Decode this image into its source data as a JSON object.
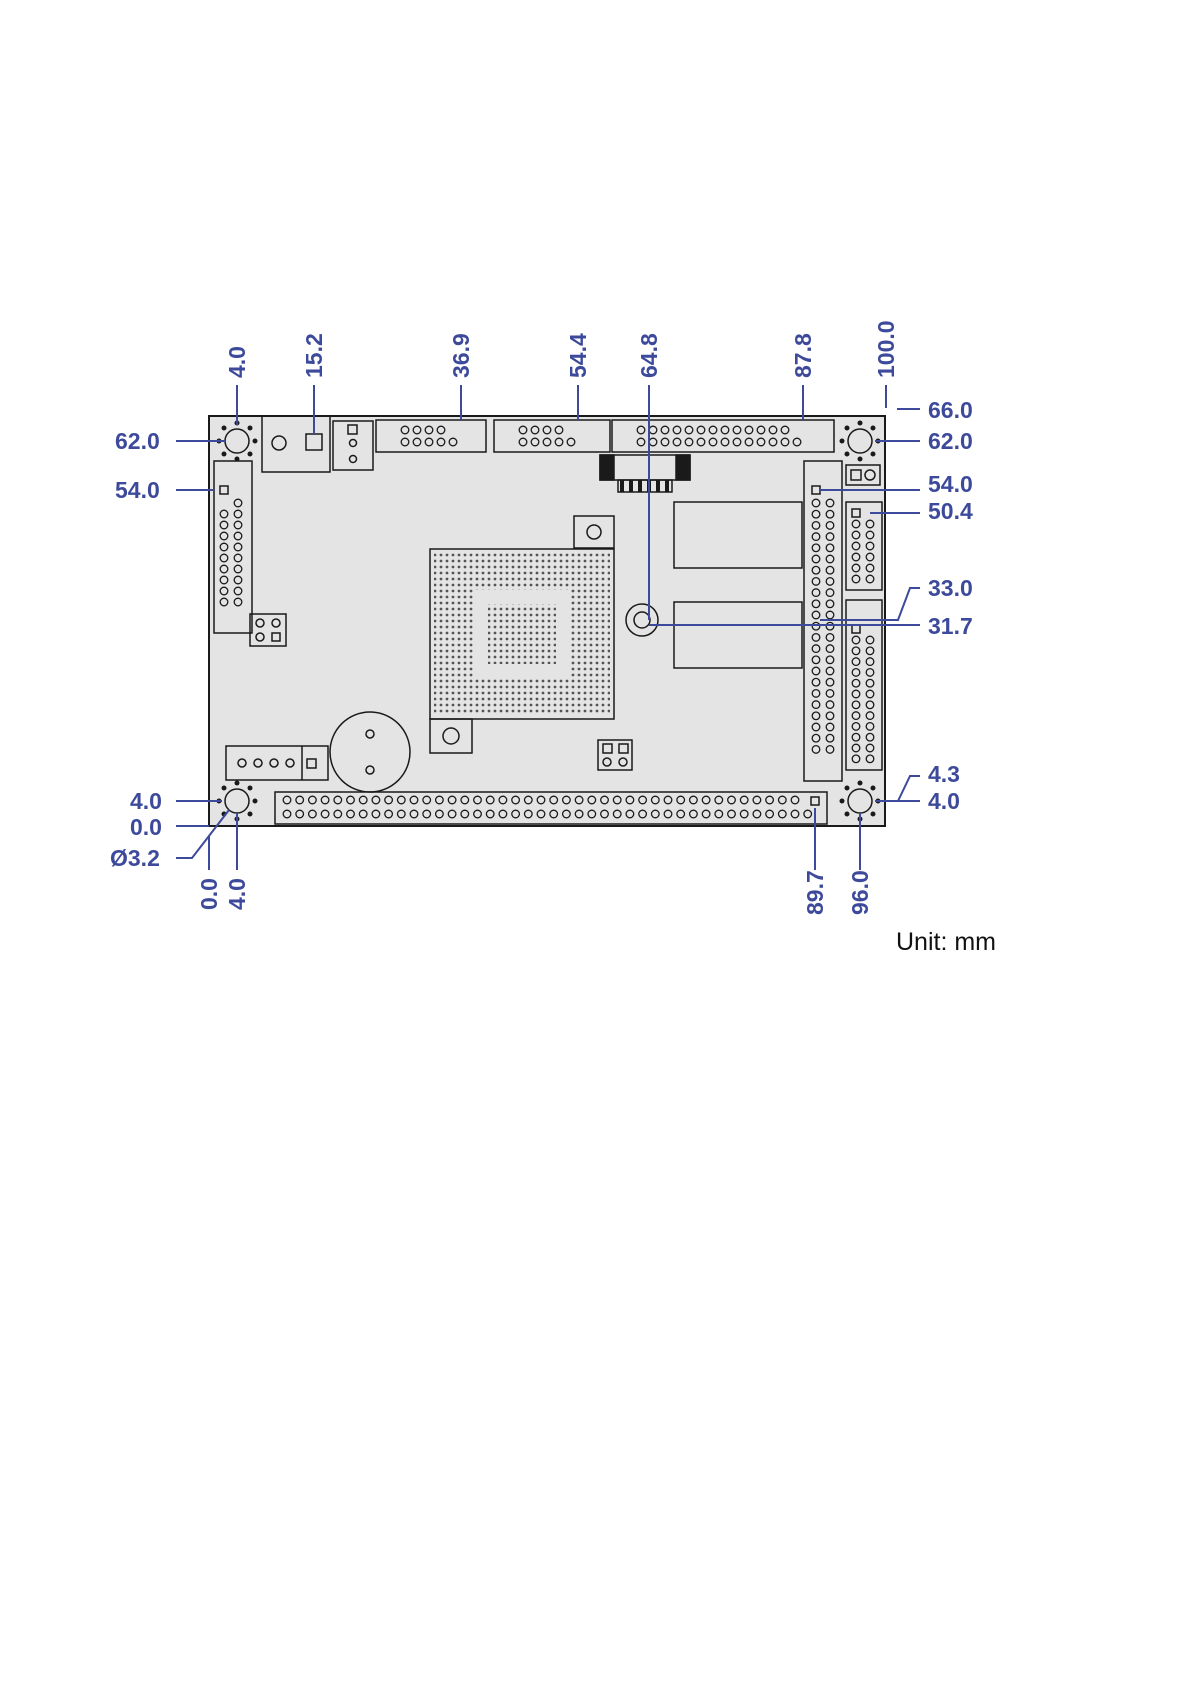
{
  "drawing": {
    "unit_label": "Unit: mm",
    "colors": {
      "dimension": "#3d4a9c",
      "board_fill": "#e4e4e4",
      "outline": "#1a1a1a"
    },
    "top_dimensions": [
      "4.0",
      "15.2",
      "36.9",
      "54.4",
      "64.8",
      "87.8",
      "100.0"
    ],
    "left_dimensions": [
      "62.0",
      "54.0",
      "4.0",
      "0.0",
      "Ø3.2"
    ],
    "right_dimensions": [
      "66.0",
      "62.0",
      "54.0",
      "50.4",
      "33.0",
      "31.7",
      "4.3",
      "4.0"
    ],
    "bottom_dimensions": [
      "0.0",
      "4.0",
      "89.7",
      "96.0"
    ]
  }
}
